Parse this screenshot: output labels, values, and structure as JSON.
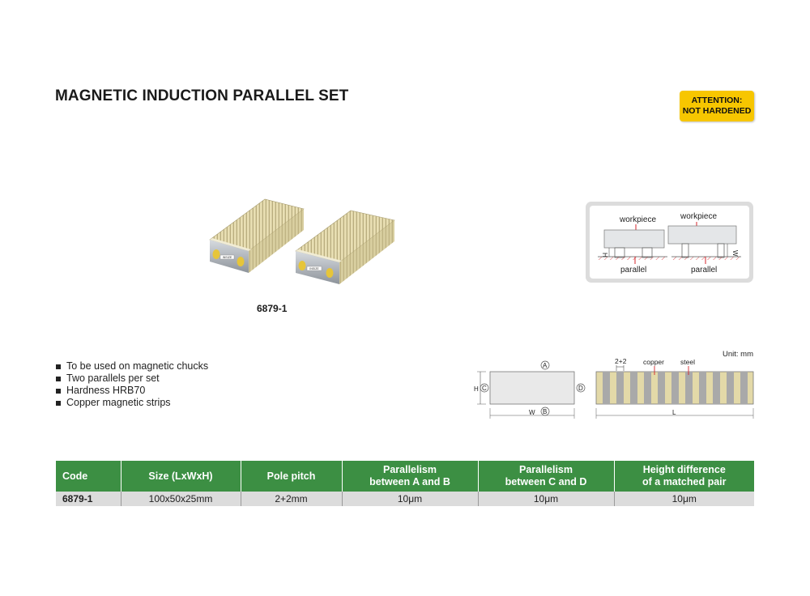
{
  "header": {
    "title": "MAGNETIC INDUCTION PARALLEL SET",
    "badge_line1": "ATTENTION:",
    "badge_line2": "NOT HARDENED"
  },
  "product": {
    "model": "6879-1",
    "brand_mark": "INSIZE"
  },
  "schematic": {
    "left": {
      "workpiece": "workpiece",
      "parallel": "parallel",
      "dim": "H"
    },
    "right": {
      "workpiece": "workpiece",
      "parallel": "parallel",
      "dim": "W"
    }
  },
  "features": [
    "To be used on magnetic chucks",
    "Two parallels per set",
    "Hardness HRB70",
    "Copper magnetic strips"
  ],
  "drawing": {
    "unit": "Unit: mm",
    "face_a": "A",
    "face_b": "B",
    "face_c": "C",
    "face_d": "D",
    "dim_h": "H",
    "dim_w": "W",
    "dim_l": "L",
    "pitch": "2+2",
    "copper": "copper",
    "steel": "steel"
  },
  "table": {
    "headers": [
      {
        "line1": "Code",
        "line2": ""
      },
      {
        "line1": "Size (LxWxH)",
        "line2": ""
      },
      {
        "line1": "Pole pitch",
        "line2": ""
      },
      {
        "line1": "Parallelism",
        "line2": "between A and B"
      },
      {
        "line1": "Parallelism",
        "line2": "between C and D"
      },
      {
        "line1": "Height difference",
        "line2": "of a matched pair"
      }
    ],
    "rows": [
      [
        "6879-1",
        "100x50x25mm",
        "2+2mm",
        "10μm",
        "10μm",
        "10μm"
      ]
    ]
  },
  "colors": {
    "accent_green": "#3c8f43",
    "badge_yellow": "#f7c600",
    "row_gray": "#dcdcdc",
    "copper_strip": "#e3d9a8",
    "steel_strip": "#a9a9a9",
    "marker_red": "#d6262b"
  }
}
